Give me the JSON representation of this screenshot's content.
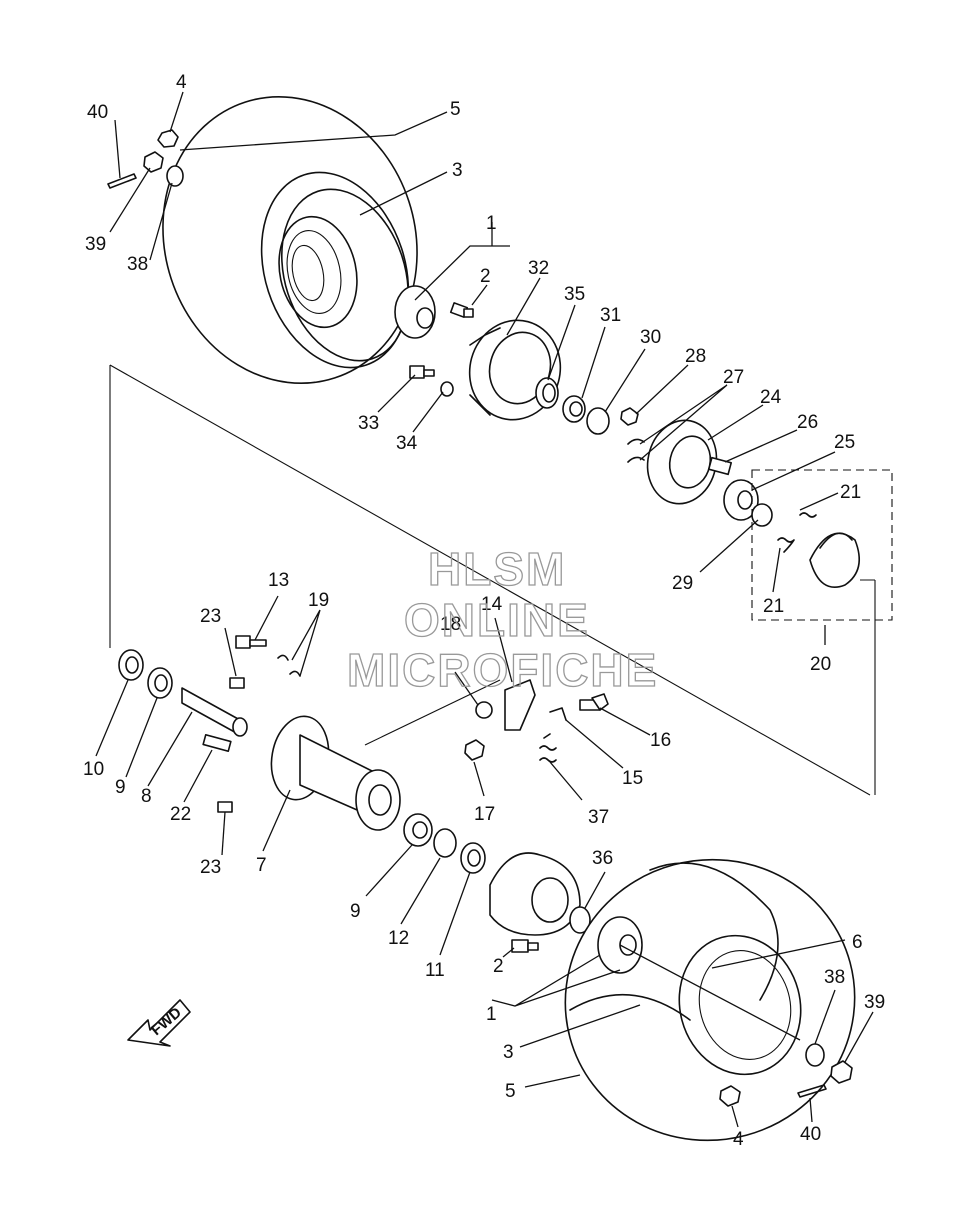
{
  "watermark": {
    "line1": "HLSM",
    "line2": "ONLINE",
    "line3": "MICROFICHE"
  },
  "direction_indicator": "FWD",
  "parts": {
    "p40_top": "40",
    "p4_top": "4",
    "p5_top": "5",
    "p3_top": "3",
    "p39_top": "39",
    "p38_top": "38",
    "p1_top": "1",
    "p2_top": "2",
    "p32": "32",
    "p35": "35",
    "p31": "31",
    "p30": "30",
    "p28": "28",
    "p27": "27",
    "p24": "24",
    "p26": "26",
    "p25": "25",
    "p21a": "21",
    "p21b": "21",
    "p29": "29",
    "p20": "20",
    "p33": "33",
    "p34": "34",
    "p13": "13",
    "p19": "19",
    "p23a": "23",
    "p14": "14",
    "p18": "18",
    "p16": "16",
    "p15": "15",
    "p17": "17",
    "p37": "37",
    "p10": "10",
    "p9a": "9",
    "p8": "8",
    "p22": "22",
    "p23b": "23",
    "p7": "7",
    "p9b": "9",
    "p12": "12",
    "p11": "11",
    "p36": "36",
    "p2_bot": "2",
    "p1_bot": "1",
    "p6": "6",
    "p38_bot": "38",
    "p39_bot": "39",
    "p3_bot": "3",
    "p5_bot": "5",
    "p4_bot": "4",
    "p40_bot": "40"
  }
}
